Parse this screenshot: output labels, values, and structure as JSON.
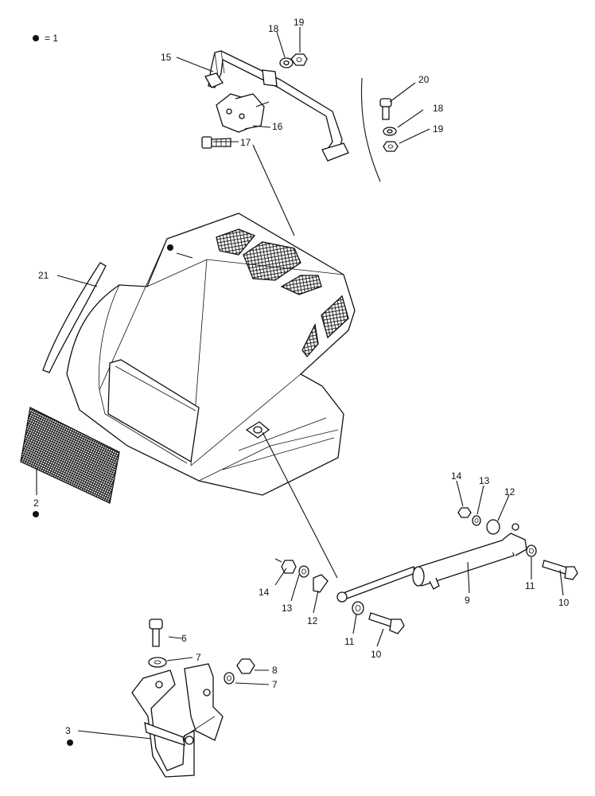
{
  "legend": {
    "marker": "●",
    "text": "= 1"
  },
  "callouts": [
    {
      "id": "c15",
      "text": "15"
    },
    {
      "id": "c18a",
      "text": "18"
    },
    {
      "id": "c19a",
      "text": "19"
    },
    {
      "id": "c20",
      "text": "20"
    },
    {
      "id": "c18b",
      "text": "18"
    },
    {
      "id": "c19b",
      "text": "19"
    },
    {
      "id": "c16",
      "text": "16"
    },
    {
      "id": "c17",
      "text": "17"
    },
    {
      "id": "c21",
      "text": "21"
    },
    {
      "id": "c2",
      "text": "2"
    },
    {
      "id": "c14a",
      "text": "14"
    },
    {
      "id": "c13a",
      "text": "13"
    },
    {
      "id": "c12a",
      "text": "12"
    },
    {
      "id": "c11a",
      "text": "11"
    },
    {
      "id": "c10a",
      "text": "10"
    },
    {
      "id": "c9",
      "text": "9"
    },
    {
      "id": "c14b",
      "text": "14"
    },
    {
      "id": "c13b",
      "text": "13"
    },
    {
      "id": "c12b",
      "text": "12"
    },
    {
      "id": "c11b",
      "text": "11"
    },
    {
      "id": "c10b",
      "text": "10"
    },
    {
      "id": "c6",
      "text": "6"
    },
    {
      "id": "c7a",
      "text": "7"
    },
    {
      "id": "c8",
      "text": "8"
    },
    {
      "id": "c7b",
      "text": "7"
    },
    {
      "id": "c3",
      "text": "3"
    }
  ]
}
